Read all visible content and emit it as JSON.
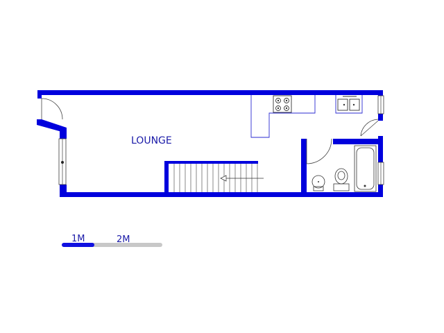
{
  "floorplan": {
    "rooms": [
      {
        "label": "LOUNGE"
      }
    ],
    "scale_bar": {
      "labels": [
        "1M",
        "2M"
      ]
    },
    "colors": {
      "wall": "#0000dd",
      "fixture_line": "#2a2ad0",
      "scale_dark": "#1010e0",
      "scale_light": "#c8c8c8",
      "label": "#1a1aa8"
    }
  }
}
